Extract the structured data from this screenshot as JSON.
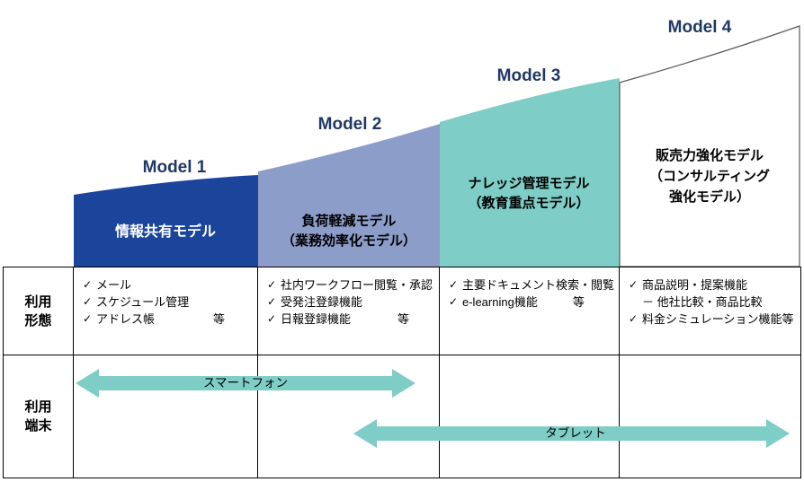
{
  "colors": {
    "model1": "#1B449B",
    "model2": "#8C9DC9",
    "model3": "#7ECDC6",
    "model4_fill": "#FFFFFF",
    "model4_stroke": "#595959",
    "arrow": "#7ECDC6",
    "model_label_text": "#1F3864",
    "table_border": "#000000"
  },
  "icons": {
    "check": "✓"
  },
  "models": [
    {
      "label": "Model 1",
      "title_lines": [
        "情報共有モデル"
      ]
    },
    {
      "label": "Model 2",
      "title_lines": [
        "負荷軽減モデル",
        "（業務効率化モデル）"
      ]
    },
    {
      "label": "Model 3",
      "title_lines": [
        "ナレッジ管理モデル",
        "（教育重点モデル）"
      ]
    },
    {
      "label": "Model 4",
      "title_lines": [
        "販売力強化モデル",
        "（コンサルティング",
        "強化モデル）"
      ]
    }
  ],
  "table": {
    "row_headers": [
      {
        "lines": [
          "利用",
          "形態"
        ]
      },
      {
        "lines": [
          "利用",
          "端末"
        ]
      }
    ],
    "usage_cells": [
      {
        "items": [
          {
            "check": true,
            "text": "メール"
          },
          {
            "check": true,
            "text": "スケジュール管理"
          },
          {
            "check": true,
            "text": "アドレス帳　　　　　等"
          }
        ]
      },
      {
        "items": [
          {
            "check": true,
            "text": "社内ワークフロー閲覧・承認"
          },
          {
            "check": true,
            "text": "受発注登録機能"
          },
          {
            "check": true,
            "text": "日報登録機能　　　　等"
          }
        ]
      },
      {
        "items": [
          {
            "check": true,
            "text": "主要ドキュメント検索・閲覧"
          },
          {
            "check": true,
            "text": "e-learning機能　　　等"
          }
        ]
      },
      {
        "items": [
          {
            "check": true,
            "text": "商品説明・提案機能"
          },
          {
            "check": false,
            "text": "－ 他社比較・商品比較"
          },
          {
            "check": true,
            "text": "料金シミュレーション機能等"
          }
        ]
      }
    ],
    "devices": [
      {
        "label": "スマートフォン"
      },
      {
        "label": "タブレット"
      }
    ]
  }
}
